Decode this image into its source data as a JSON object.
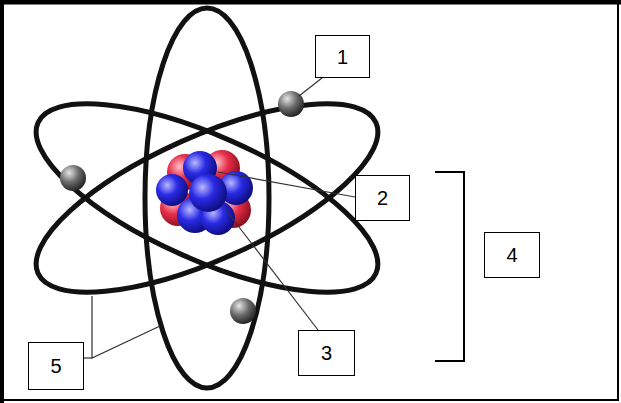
{
  "diagram": {
    "nodes": [
      {
        "text": [
          "1"
        ]
      },
      {
        "text": [
          "2"
        ]
      },
      {
        "text": [
          "4"
        ]
      },
      {
        "text": [
          "3"
        ]
      },
      {
        "text": [
          "5"
        ]
      }
    ]
  }
}
